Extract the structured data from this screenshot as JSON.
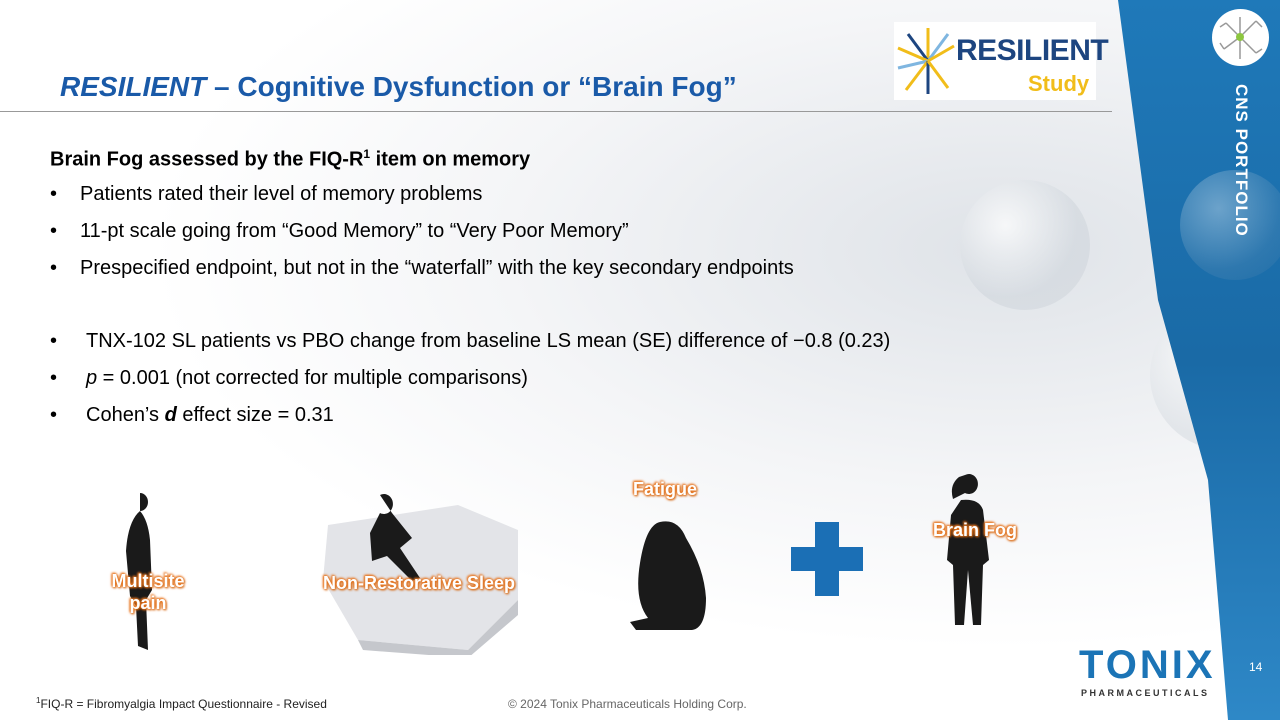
{
  "title": {
    "italic": "RESILIENT",
    "rest": " – Cognitive Dysfunction or “Brain Fog”"
  },
  "logo": {
    "name": "RESILIENT",
    "sub": "Study"
  },
  "side_label": "CNS PORTFOLIO",
  "content": {
    "heading": "Brain Fog assessed by the FIQ-R",
    "heading_sup": "1",
    "heading_tail": " item on memory",
    "bullets1": [
      "Patients rated their level of memory problems",
      "11-pt scale going from “Good Memory” to “Very Poor Memory”",
      "Prespecified endpoint, but not in the “waterfall” with the key secondary endpoints"
    ],
    "bullet4": "TNX-102 SL patients  vs PBO change from baseline LS mean (SE) difference of −0.8 (0.23)",
    "bullet5_p": "p",
    "bullet5_rest": " = 0.001 (not corrected for multiple comparisons)",
    "bullet6_a": "Cohen’s ",
    "bullet6_d": "d",
    "bullet6_b": " effect size = 0.31"
  },
  "symptoms": {
    "pain": "Multisite pain",
    "sleep": "Non-Restorative Sleep",
    "fatigue": "Fatigue",
    "fog": "Brain Fog"
  },
  "footnote": {
    "sup": "1",
    "text": "FIQ-R  = Fibromyalgia Impact Questionnaire - Revised"
  },
  "copyright": "© 2024 Tonix Pharmaceuticals Holding Corp.",
  "brand": {
    "name": "TONIX",
    "sub": "PHARMACEUTICALS"
  },
  "page_number": "14",
  "colors": {
    "title": "#1a5aa8",
    "accent": "#1b74b6",
    "label_glow": "#e87722"
  }
}
